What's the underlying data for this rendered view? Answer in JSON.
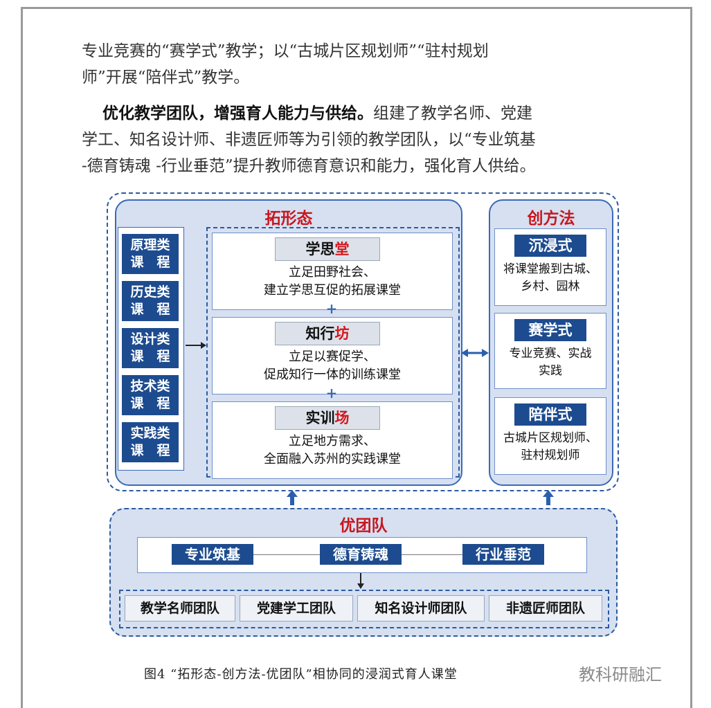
{
  "text": {
    "para1_line1": "专业竞赛的“赛学式”教学；以“古城片区规划师”“驻村规划",
    "para1_line2": "师”开展“陪伴式”教学。",
    "para2_bold": "优化教学团队，增强育人能力与供给。",
    "para2_line1_rest": "组建了教学名师、党建",
    "para2_line2": "学工、知名设计师、非遗匠师等为引领的教学团队，以“专业筑基",
    "para2_line3": "-德育铸魂 -行业垂范”提升教师德育意识和能力，强化育人供给。"
  },
  "diagram": {
    "left_panel_title": "拓形态",
    "courses": [
      {
        "line1": "原理类",
        "line2": "课　程"
      },
      {
        "line1": "历史类",
        "line2": "课　程"
      },
      {
        "line1": "设计类",
        "line2": "课　程"
      },
      {
        "line1": "技术类",
        "line2": "课　程"
      },
      {
        "line1": "实践类",
        "line2": "课　程"
      }
    ],
    "forms": [
      {
        "label_black": "学思",
        "label_red": "堂",
        "desc1": "立足田野社会、",
        "desc2": "建立学思互促的拓展课堂"
      },
      {
        "label_black": "知行",
        "label_red": "坊",
        "desc1": "立足以赛促学、",
        "desc2": "促成知行一体的训练课堂"
      },
      {
        "label_black": "实训",
        "label_red": "场",
        "desc1": "立足地方需求、",
        "desc2": "全面融入苏州的实践课堂"
      }
    ],
    "right_panel_title": "创方法",
    "methods": [
      {
        "label": "沉浸式",
        "desc1": "将课堂搬到古城、",
        "desc2": "乡村、园林"
      },
      {
        "label": "赛学式",
        "desc1": "专业竞赛、实战",
        "desc2": "实践"
      },
      {
        "label": "陪伴式",
        "desc1": "古城片区规划师、",
        "desc2": "驻村规划师"
      }
    ],
    "bottom_panel_title": "优团队",
    "values": [
      "专业筑基",
      "德育铸魂",
      "行业垂范"
    ],
    "teams": [
      "教学名师团队",
      "党建学工团队",
      "知名设计师团队",
      "非遗匠师团队"
    ],
    "colors": {
      "navy": "#1d4b8f",
      "panel": "#d6e0f1",
      "accent_red": "#c8161d"
    }
  },
  "caption": "图4 “拓形态-创方法-优团队”相协同的浸润式育人课堂",
  "watermark": "教科研融汇"
}
